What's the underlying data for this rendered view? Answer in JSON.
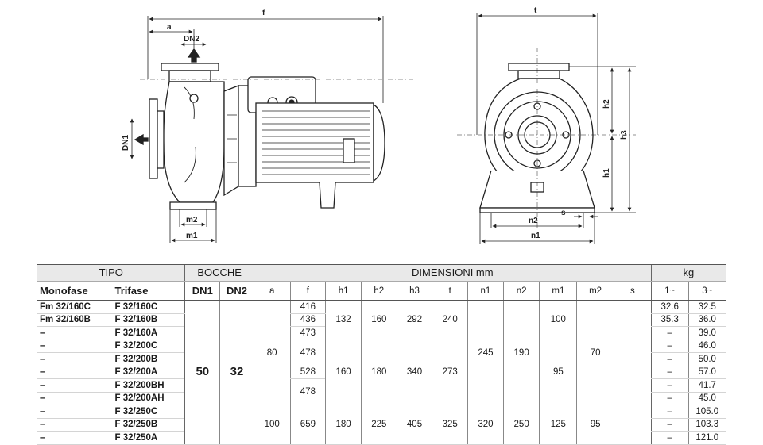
{
  "drawing": {
    "side_view": {
      "dims": {
        "a": "a",
        "f": "f",
        "dn2": "DN2",
        "dn1": "DN1",
        "m1": "m1",
        "m2": "m2"
      }
    },
    "front_view": {
      "dims": {
        "t": "t",
        "h1": "h1",
        "h2": "h2",
        "h3": "h3",
        "n1": "n1",
        "n2": "n2",
        "s": "s"
      }
    }
  },
  "table": {
    "groups": {
      "tipo": "TIPO",
      "bocche": "BOCCHE",
      "dimensioni": "DIMENSIONI mm",
      "kg": "kg"
    },
    "cols": {
      "monofase": "Monofase",
      "trifase": "Trifase",
      "dn1": "DN1",
      "dn2": "DN2",
      "a": "a",
      "f": "f",
      "h1": "h1",
      "h2": "h2",
      "h3": "h3",
      "t": "t",
      "n1": "n1",
      "n2": "n2",
      "m1": "m1",
      "m2": "m2",
      "s": "s",
      "kg1": "1~",
      "kg3": "3~"
    },
    "rows": [
      {
        "mono": "Fm 32/160C",
        "tri": "F 32/160C",
        "f": "416",
        "kg1": "32.6",
        "kg3": "32.5"
      },
      {
        "mono": "Fm 32/160B",
        "tri": "F 32/160B",
        "f": "436",
        "kg1": "35.3",
        "kg3": "36.0"
      },
      {
        "mono": "–",
        "tri": "F 32/160A",
        "f": "473",
        "kg1": "–",
        "kg3": "39.0"
      },
      {
        "mono": "–",
        "tri": "F 32/200C",
        "f": "",
        "kg1": "–",
        "kg3": "46.0"
      },
      {
        "mono": "–",
        "tri": "F 32/200B",
        "f": "478",
        "kg1": "–",
        "kg3": "50.0"
      },
      {
        "mono": "–",
        "tri": "F 32/200A",
        "f": "528",
        "kg1": "–",
        "kg3": "57.0"
      },
      {
        "mono": "–",
        "tri": "F 32/200BH",
        "f": "",
        "kg1": "–",
        "kg3": "41.7"
      },
      {
        "mono": "–",
        "tri": "F 32/200AH",
        "f": "478",
        "kg1": "–",
        "kg3": "45.0"
      },
      {
        "mono": "–",
        "tri": "F 32/250C",
        "f": "",
        "kg1": "–",
        "kg3": "105.0"
      },
      {
        "mono": "–",
        "tri": "F 32/250B",
        "f": "659",
        "kg1": "–",
        "kg3": "103.3"
      },
      {
        "mono": "–",
        "tri": "F 32/250A",
        "f": "",
        "kg1": "–",
        "kg3": "121.0"
      }
    ],
    "merged": {
      "dn1": "50",
      "dn2": "32",
      "a_160_200": "80",
      "a_250": "100",
      "h1_160": "132",
      "h2_160": "160",
      "h3_160": "292",
      "t_160": "240",
      "h1_200": "160",
      "h2_200": "180",
      "h3_200": "340",
      "t_200": "273",
      "h1_250": "180",
      "h2_250": "225",
      "h3_250": "405",
      "t_250": "325",
      "n1_160_200": "245",
      "n2_160_200": "190",
      "n1_250": "320",
      "n2_250": "250",
      "m1_160": "100",
      "m1_200": "95",
      "m1_250": "125",
      "m2_160_200": "70",
      "m2_250": "95"
    }
  }
}
